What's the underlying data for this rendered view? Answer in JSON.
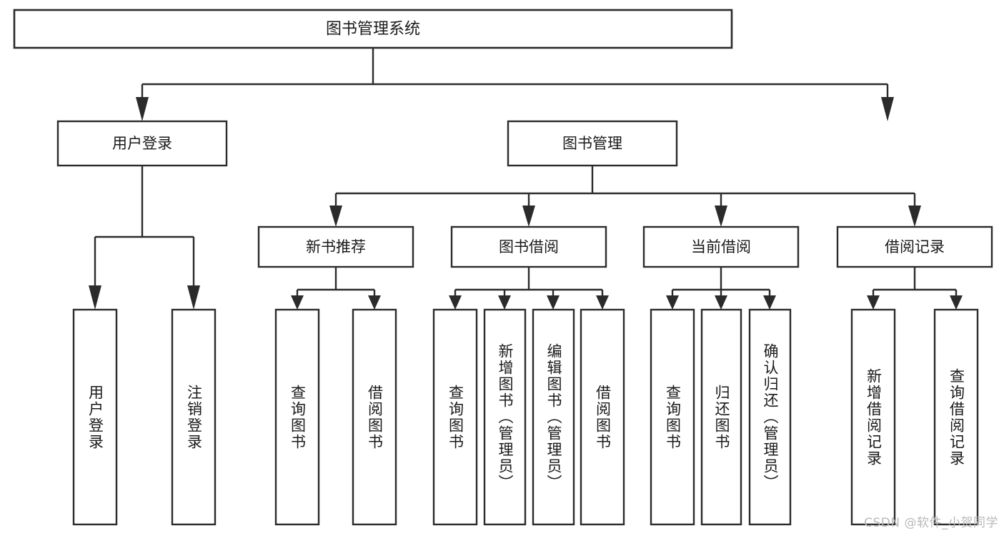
{
  "diagram": {
    "type": "tree-hierarchy",
    "title": "图书管理系统",
    "orientation": "top-down",
    "colors": {
      "background": "#ffffff",
      "box_fill": "#ffffff",
      "box_stroke": "#2b2b2b",
      "connector": "#2b2b2b",
      "text": "#1a1a1a",
      "watermark": "#b9b9b9"
    },
    "root": {
      "id": "root",
      "label": "图书管理系统"
    },
    "level2": [
      {
        "id": "user-login",
        "label": "用户登录"
      },
      {
        "id": "book-management",
        "label": "图书管理"
      }
    ],
    "level3": [
      {
        "id": "new-book-recommend",
        "label": "新书推荐",
        "parent": "book-management"
      },
      {
        "id": "book-borrow",
        "label": "图书借阅",
        "parent": "book-management"
      },
      {
        "id": "current-borrow",
        "label": "当前借阅",
        "parent": "book-management"
      },
      {
        "id": "borrow-record",
        "label": "借阅记录",
        "parent": "book-management"
      }
    ],
    "leaves": [
      {
        "id": "leaf-user-login",
        "label": "用户登录",
        "parent": "user-login"
      },
      {
        "id": "leaf-logout-login",
        "label": "注销登录",
        "parent": "user-login"
      },
      {
        "id": "leaf-query-book-1",
        "label": "查询图书",
        "parent": "new-book-recommend"
      },
      {
        "id": "leaf-borrow-book-1",
        "label": "借阅图书",
        "parent": "new-book-recommend"
      },
      {
        "id": "leaf-query-book-2",
        "label": "查询图书",
        "parent": "book-borrow"
      },
      {
        "id": "leaf-add-book",
        "label": "新增图书（管理员）",
        "parent": "book-borrow"
      },
      {
        "id": "leaf-edit-book",
        "label": "编辑图书（管理员）",
        "parent": "book-borrow"
      },
      {
        "id": "leaf-borrow-book-2",
        "label": "借阅图书",
        "parent": "book-borrow"
      },
      {
        "id": "leaf-query-book-3",
        "label": "查询图书",
        "parent": "current-borrow"
      },
      {
        "id": "leaf-return-book",
        "label": "归还图书",
        "parent": "current-borrow"
      },
      {
        "id": "leaf-confirm-return",
        "label": "确认归还（管理员）",
        "parent": "current-borrow"
      },
      {
        "id": "leaf-add-record",
        "label": "新增借阅记录",
        "parent": "borrow-record"
      },
      {
        "id": "leaf-query-record",
        "label": "查询借阅记录",
        "parent": "borrow-record"
      }
    ]
  },
  "watermark": {
    "text": "CSDN @软件_小贺同学"
  }
}
